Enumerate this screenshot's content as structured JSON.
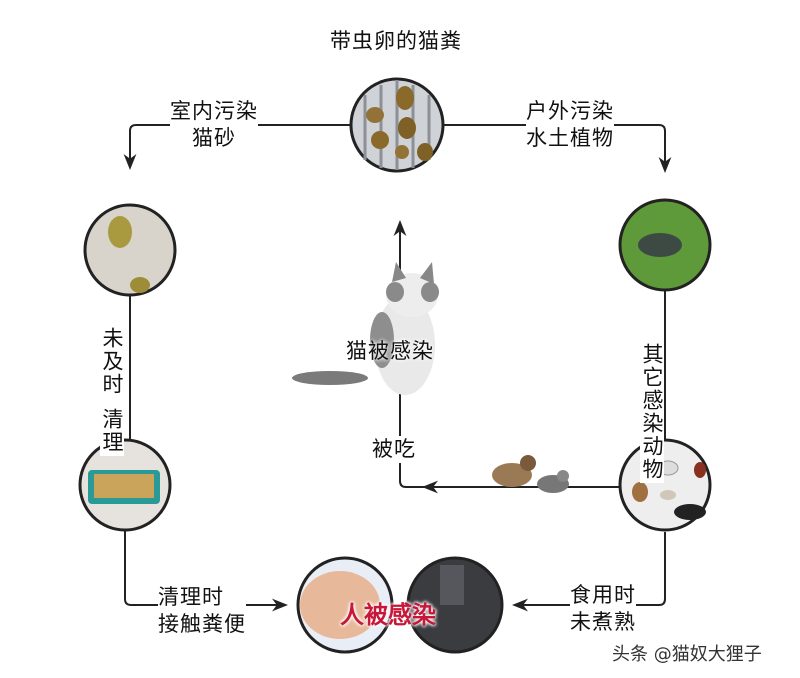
{
  "title": "带虫卵的猫粪",
  "labels": {
    "indoor_line1": "室内污染",
    "indoor_line2": "猫砂",
    "outdoor_line1": "户外污染",
    "outdoor_line2": "水土植物",
    "not_cleaned_col1": "未及时",
    "not_cleaned_col2": "清理",
    "other_animals_col1": "其它",
    "other_animals_col2": "感染动物",
    "cat_infected": "猫被感染",
    "eaten": "被吃",
    "cleaning_line1": "清理时",
    "cleaning_line2": "接触粪便",
    "eating_line1": "食用时",
    "eating_line2": "未煮熟",
    "human_infected": "人被感染"
  },
  "watermark": "头条 @猫奴大狸子",
  "colors": {
    "human_text": "#c8183a",
    "line": "#222222"
  }
}
